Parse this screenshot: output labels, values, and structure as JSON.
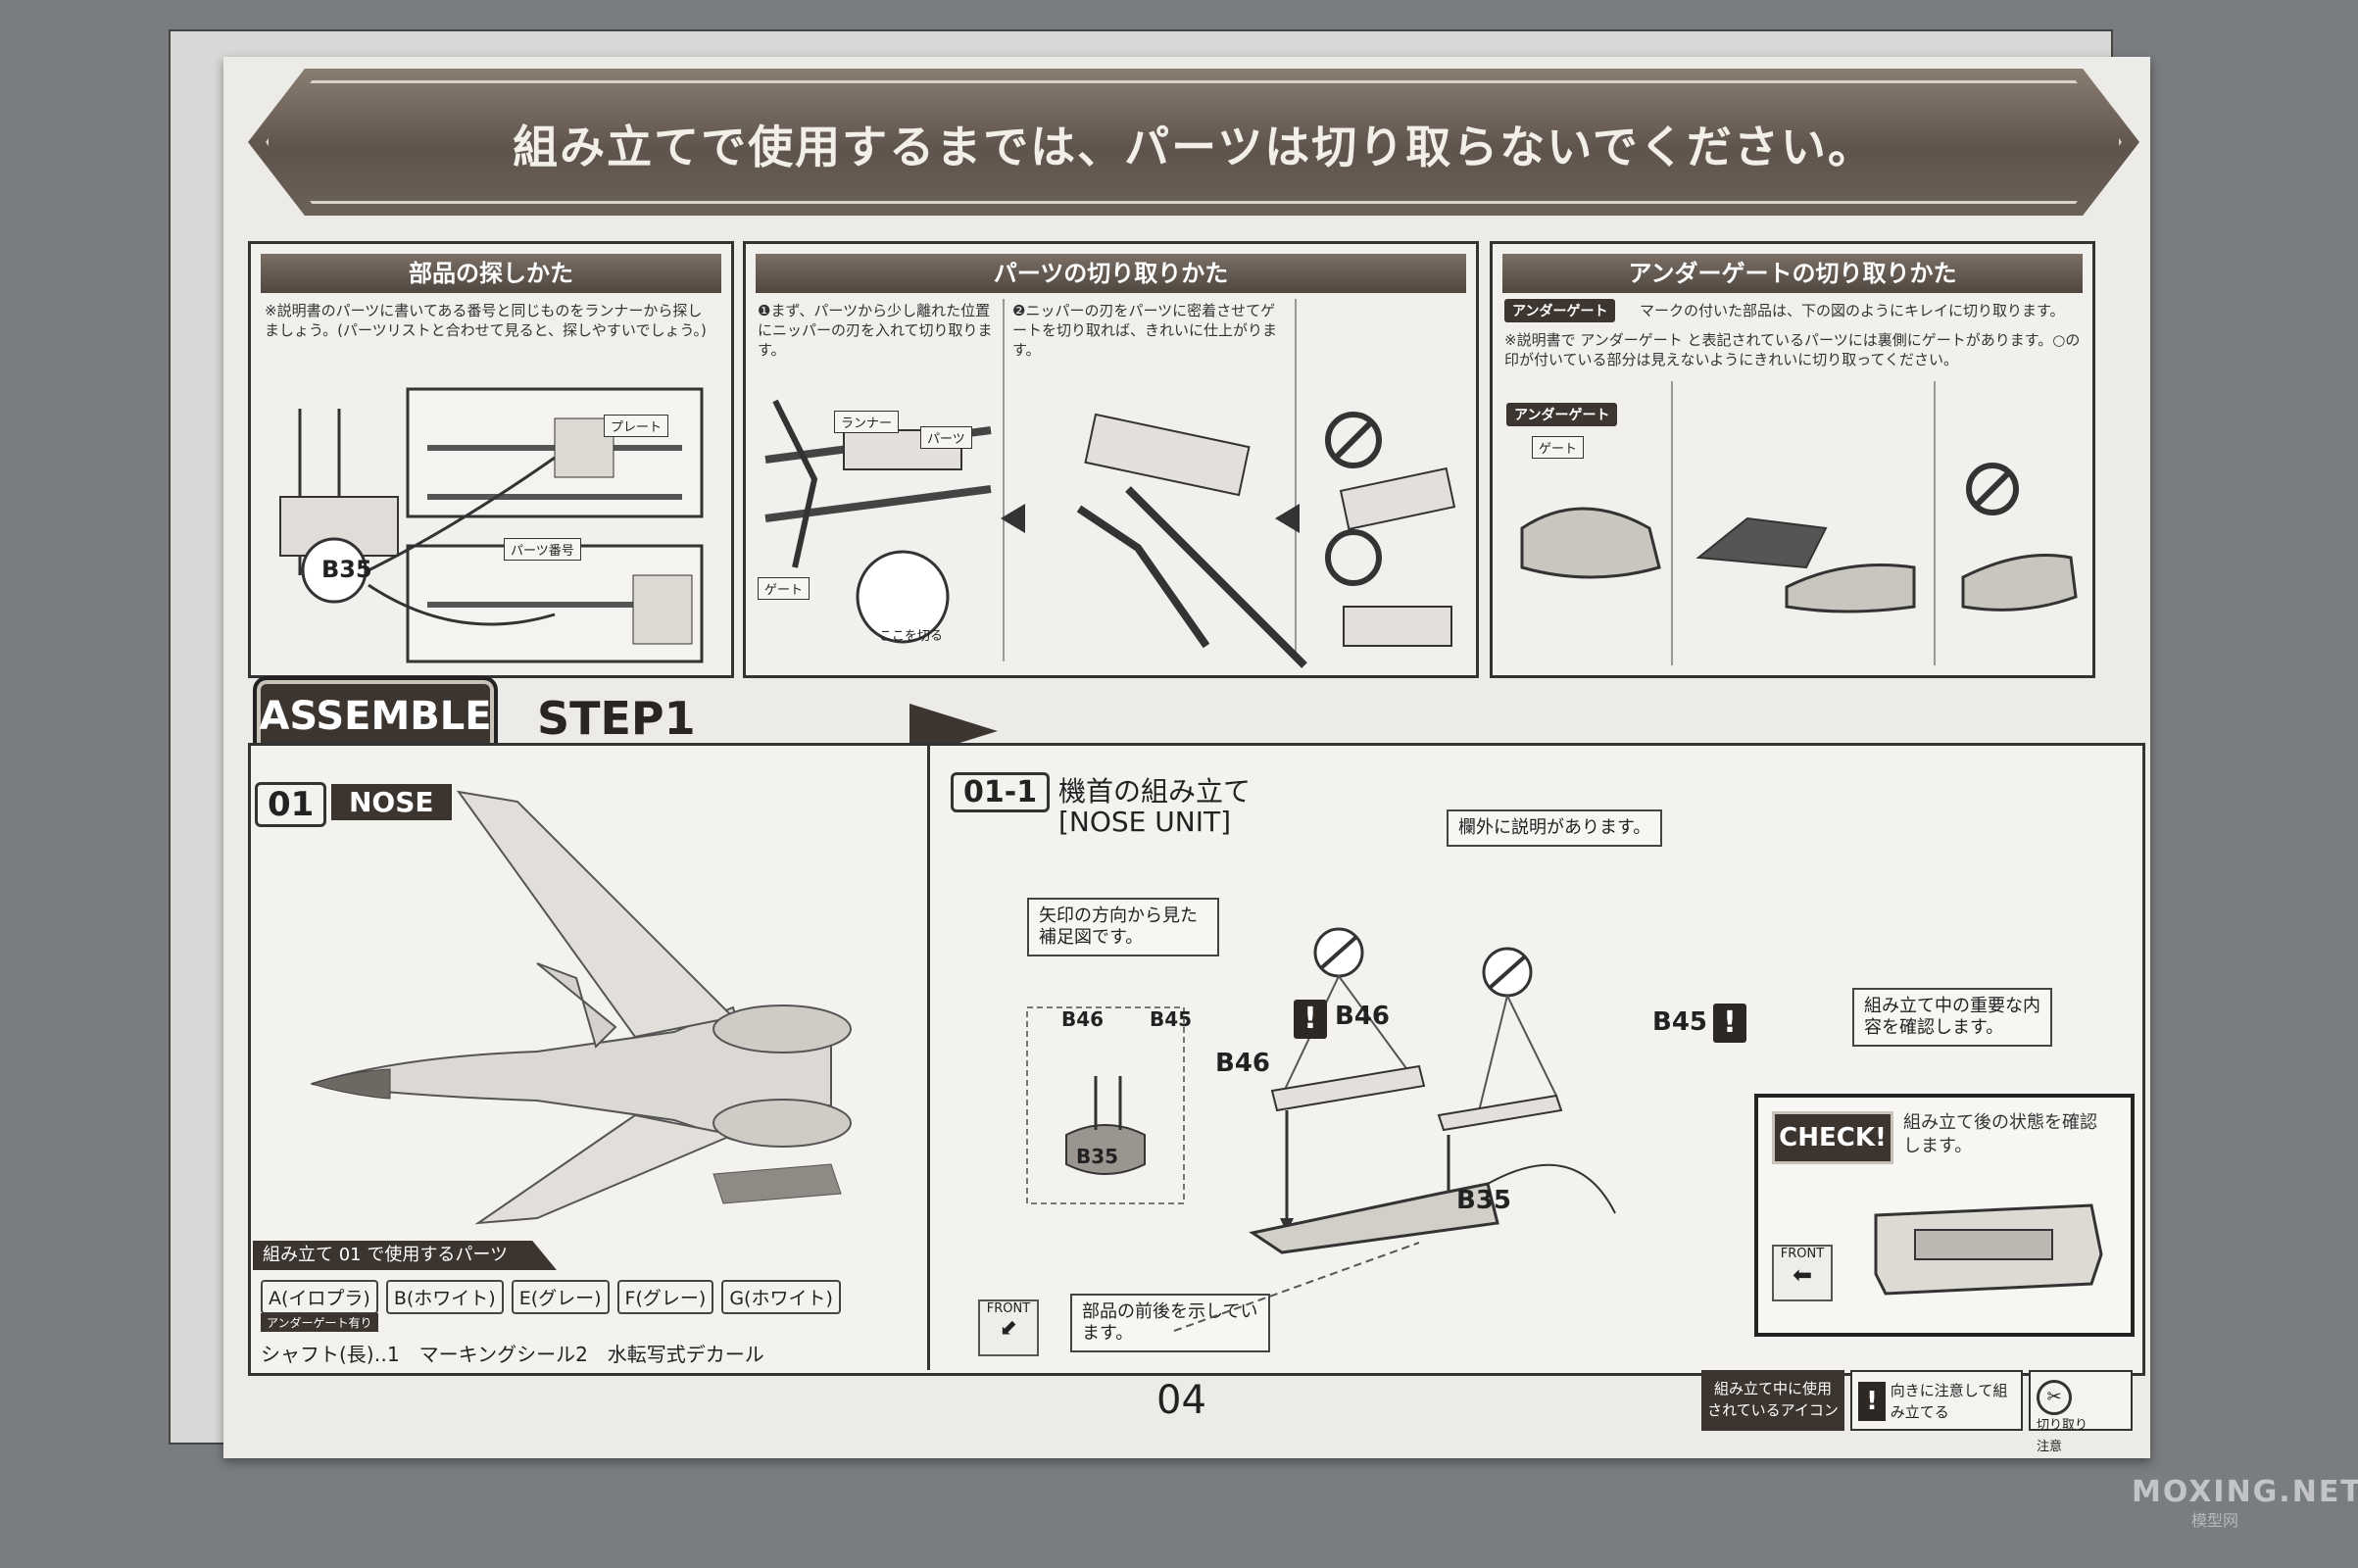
{
  "banner": {
    "text": "組み立てで使用するまでは、パーツは切り取らないでください。"
  },
  "panels": {
    "find_parts": {
      "title": "部品の探しかた",
      "note": "※説明書のパーツに書いてある番号と同じものをランナーから探しましょう。(パーツリストと合わせて見ると、探しやすいでしょう。)",
      "tag_plate": "プレート",
      "tag_part_number": "パーツ番号",
      "part_label": "B35"
    },
    "cutting": {
      "title": "パーツの切り取りかた",
      "step1": "❶まず、パーツから少し離れた位置にニッパーの刃を入れて切り取ります。",
      "step2": "❷ニッパーの刃をパーツに密着させてゲートを切り取れば、きれいに仕上がります。",
      "tag_runner": "ランナー",
      "tag_parts": "パーツ",
      "tag_gate": "ゲート",
      "tag_cut_here": "ここを切る"
    },
    "under_gate": {
      "title": "アンダーゲートの切り取りかた",
      "badge": "アンダーゲート",
      "line1": "マークの付いた部品は、下の図のようにキレイに切り取ります。",
      "note": "※説明書で アンダーゲート と表記されているパーツには裏側にゲートがあります。○の印が付いている部分は見えないようにきれいに切り取ってください。",
      "tag_under_gate": "アンダーゲート",
      "tag_gate": "ゲート"
    }
  },
  "assemble": {
    "label": "ASSEMBLE",
    "step": "STEP1"
  },
  "section01": {
    "number": "01",
    "name": "NOSE",
    "parts_bar": "組み立て 01 で使用するパーツ",
    "parts": [
      "A(イロプラ)",
      "B(ホワイト)",
      "E(グレー)",
      "F(グレー)",
      "G(ホワイト)"
    ],
    "under_gate_note": "アンダーゲート有り",
    "extra": "シャフト(長)‥1　マーキングシール2　水転写式デカール"
  },
  "section011": {
    "number": "01-1",
    "title_jp": "機首の組み立て",
    "title_en": "[NOSE UNIT]",
    "callout_arrow": "矢印の方向から見た補足図です。",
    "callout_outside": "欄外に説明があります。",
    "callout_important": "組み立て中の重要な内容を確認します。",
    "callout_front": "部品の前後を示しています。",
    "labels": {
      "b46": "B46",
      "b45": "B45",
      "b35": "B35"
    },
    "check_label": "CHECK!",
    "check_text": "組み立て後の状態を確認します。",
    "front_label": "FRONT"
  },
  "footer": {
    "page_number": "04",
    "legend_title": "組み立て中に使用されているアイコン",
    "legend_warn": "向きに注意して組み立てる",
    "legend_cut": "切り取り注意"
  },
  "watermark": {
    "main": "MOXING.NET",
    "sub": "模型网"
  }
}
